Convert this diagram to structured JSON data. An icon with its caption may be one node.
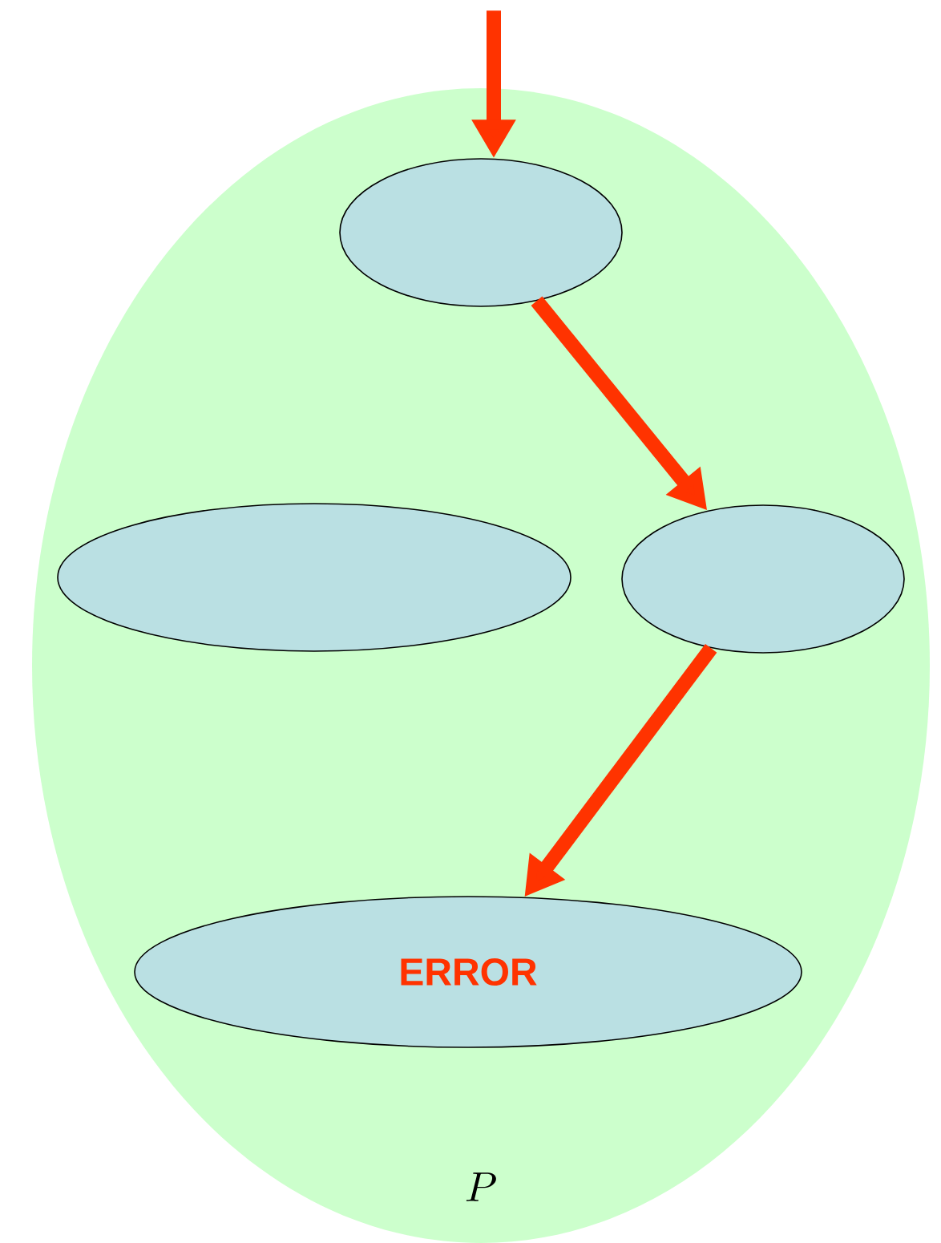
{
  "diagram": {
    "nodes": [
      {
        "text": [
          "P"
        ]
      },
      {
        "text": [],
        "shape": "ellipse",
        "in": 0
      },
      {
        "text": [],
        "shape": "ellipse",
        "in": 0
      },
      {
        "text": [],
        "shape": "ellipse",
        "in": 0
      },
      {
        "text": [
          "ERROR"
        ],
        "in": 0
      }
    ],
    "edges": [
      {
        "from": null,
        "to": 1,
        "arrow": "to"
      },
      {
        "from": 1,
        "to": 3,
        "arrow": "to"
      },
      {
        "from": 3,
        "to": 4,
        "arrow": "to"
      }
    ]
  }
}
